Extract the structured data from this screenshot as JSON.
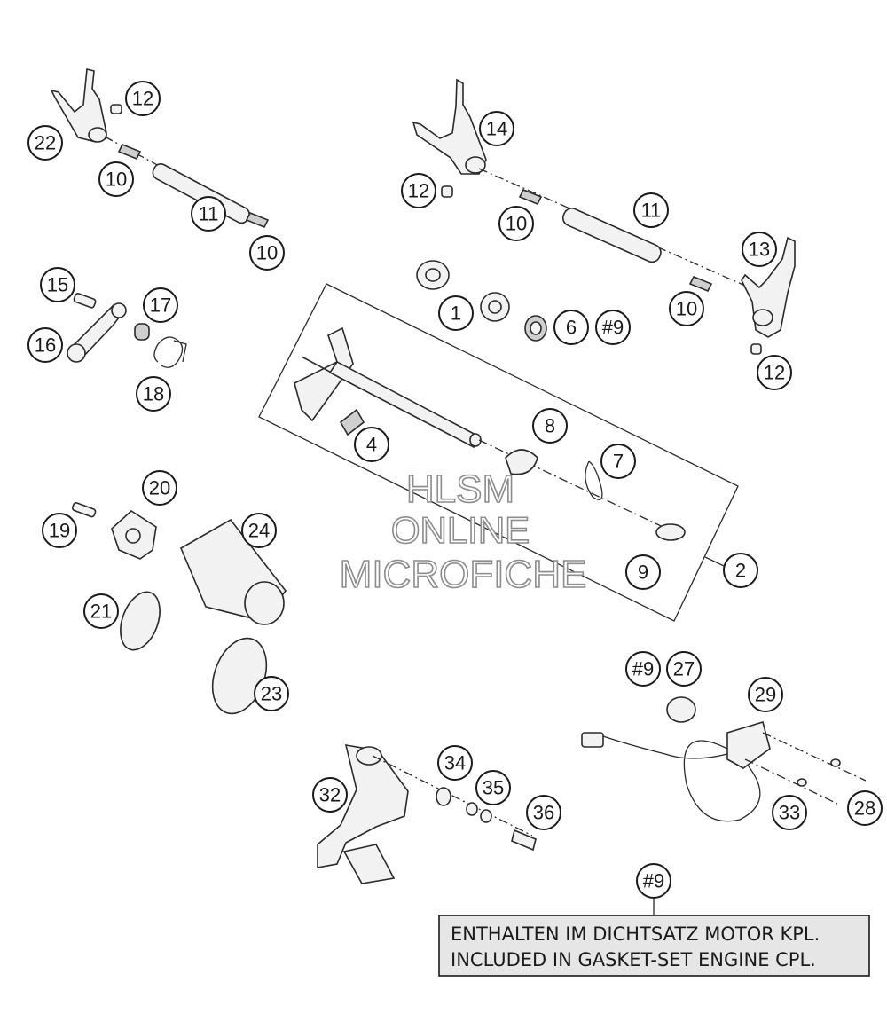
{
  "watermark": {
    "line1": "HLSM",
    "line2": "ONLINE",
    "line3": "MICROFICHE"
  },
  "callouts": {
    "c22": "22",
    "c12a": "12",
    "c10a": "10",
    "c11a": "11",
    "c10b": "10",
    "c14": "14",
    "c12b": "12",
    "c10c": "10",
    "c11b": "11",
    "c13": "13",
    "c10d": "10",
    "c12c": "12",
    "c15": "15",
    "c17": "17",
    "c16": "16",
    "c18": "18",
    "c1": "1",
    "c6": "6",
    "c9a": "#9",
    "c8": "8",
    "c4": "4",
    "c7": "7",
    "c9b": "9",
    "c2": "2",
    "c20": "20",
    "c19": "19",
    "c24": "24",
    "c21": "21",
    "c23": "23",
    "c9c": "#9",
    "c27": "27",
    "c29": "29",
    "c34": "34",
    "c35": "35",
    "c32": "32",
    "c36": "36",
    "c33": "33",
    "c28": "28",
    "c9d": "#9"
  },
  "note": {
    "line1": "ENTHALTEN IM DICHTSATZ MOTOR KPL.",
    "line2": "INCLUDED IN GASKET-SET ENGINE CPL."
  }
}
